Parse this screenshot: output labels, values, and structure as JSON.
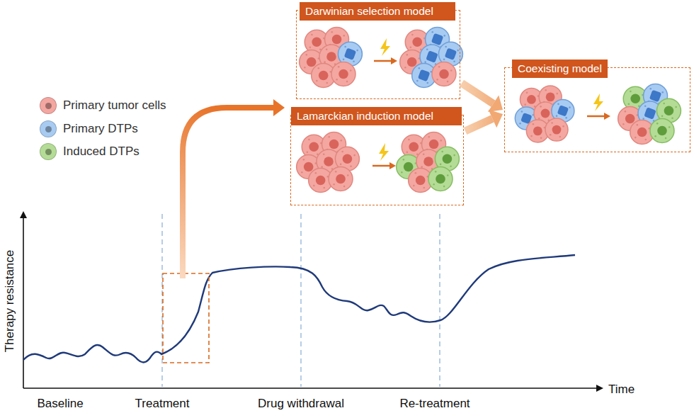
{
  "diagram": {
    "nodes": [
      {
        "text": [
          "Darwinian selection model"
        ]
      },
      {
        "text": [
          "Lamarckian induction model"
        ]
      },
      {
        "text": [
          "Coexisting model"
        ]
      }
    ],
    "edges": [
      {
        "from": 0,
        "to": 2,
        "arrow": "to"
      },
      {
        "from": 1,
        "to": 2,
        "arrow": "to"
      }
    ],
    "labels": [
      "Therapy resistance",
      "Baseline",
      "Treatment",
      "Drug withdrawal",
      "Re-treatment",
      "Time"
    ],
    "legend": [
      {
        "text": "Primary tumor cells",
        "color": "#f4a7a1"
      },
      {
        "text": "Primary DTPs",
        "color": "#a8cbf2"
      },
      {
        "text": "Induced DTPs",
        "color": "#b4dc96"
      }
    ]
  }
}
